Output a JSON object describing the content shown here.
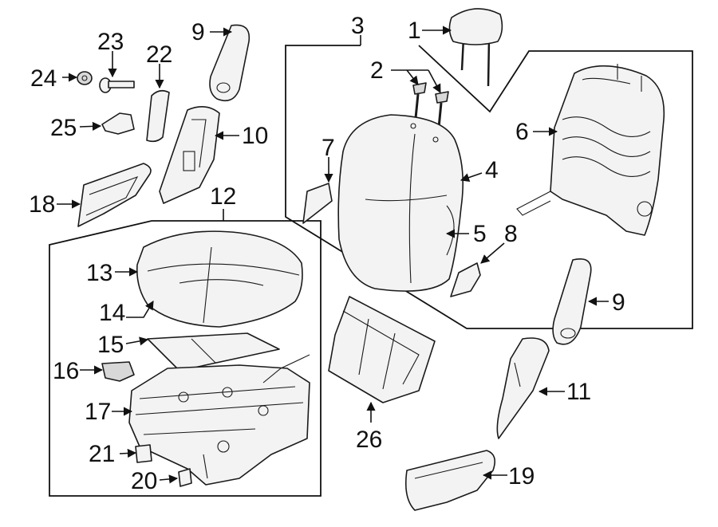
{
  "callouts": {
    "c1": "1",
    "c2": "2",
    "c3": "3",
    "c4": "4",
    "c5": "5",
    "c6": "6",
    "c7": "7",
    "c8": "8",
    "c9a": "9",
    "c9b": "9",
    "c10": "10",
    "c11": "11",
    "c12": "12",
    "c13": "13",
    "c14": "14",
    "c15": "15",
    "c16": "16",
    "c17": "17",
    "c18": "18",
    "c19": "19",
    "c20": "20",
    "c21": "21",
    "c22": "22",
    "c23": "23",
    "c24": "24",
    "c25": "25",
    "c26": "26"
  }
}
